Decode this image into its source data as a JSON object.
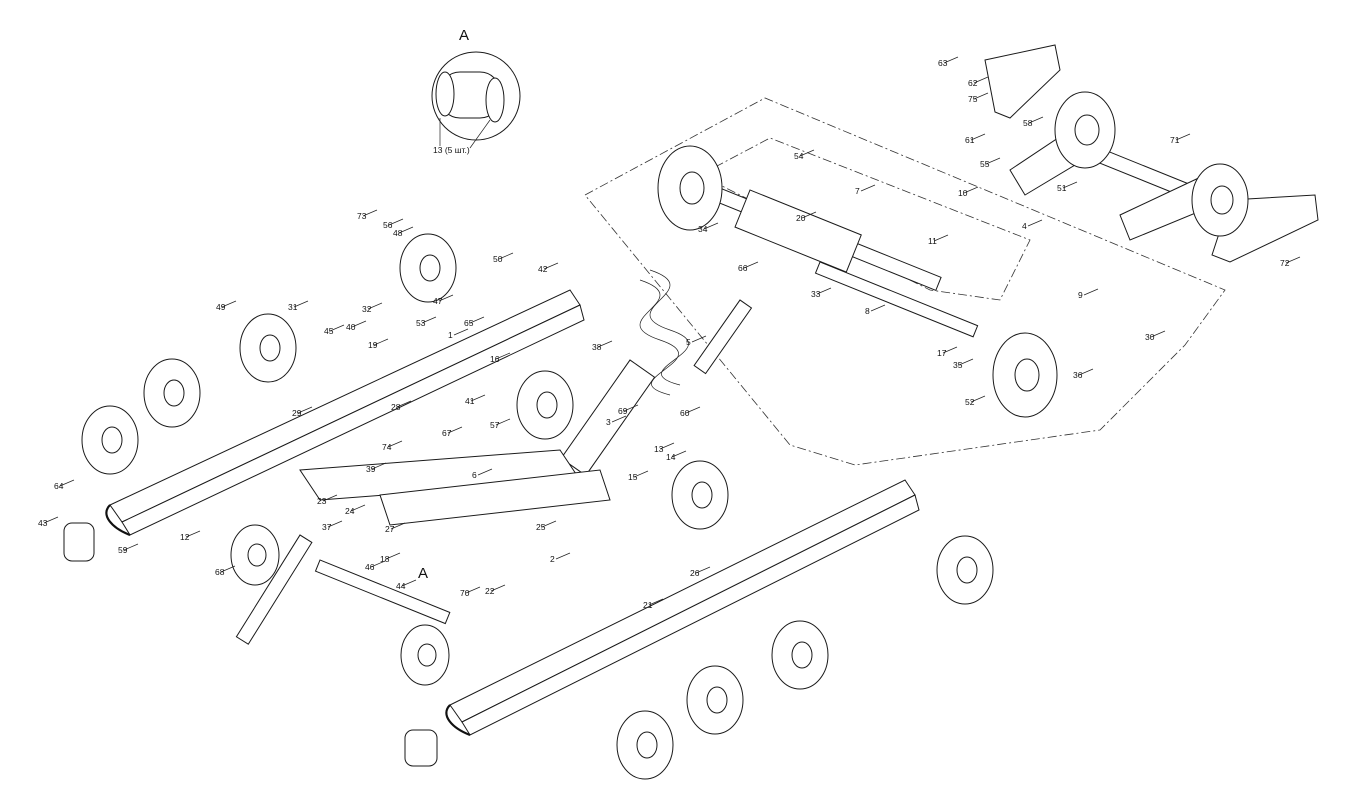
{
  "diagram": {
    "detail_marker": "A",
    "detail_caption": "13 (5 шт.)",
    "section_marker": "A",
    "part_numbers": [
      "1",
      "2",
      "3",
      "4",
      "5",
      "6",
      "7",
      "8",
      "9",
      "10",
      "11",
      "12",
      "13",
      "14",
      "15",
      "16",
      "17",
      "18",
      "19",
      "20",
      "21",
      "22",
      "23",
      "24",
      "25",
      "26",
      "27",
      "28",
      "29",
      "30",
      "31",
      "32",
      "33",
      "34",
      "35",
      "36",
      "37",
      "38",
      "39",
      "40",
      "41",
      "42",
      "43",
      "44",
      "45",
      "46",
      "47",
      "48",
      "49",
      "50",
      "51",
      "52",
      "53",
      "54",
      "55",
      "56",
      "57",
      "58",
      "59",
      "60",
      "61",
      "62",
      "63",
      "64",
      "65",
      "66",
      "67",
      "68",
      "69",
      "70",
      "71",
      "72",
      "73",
      "74",
      "75"
    ]
  }
}
